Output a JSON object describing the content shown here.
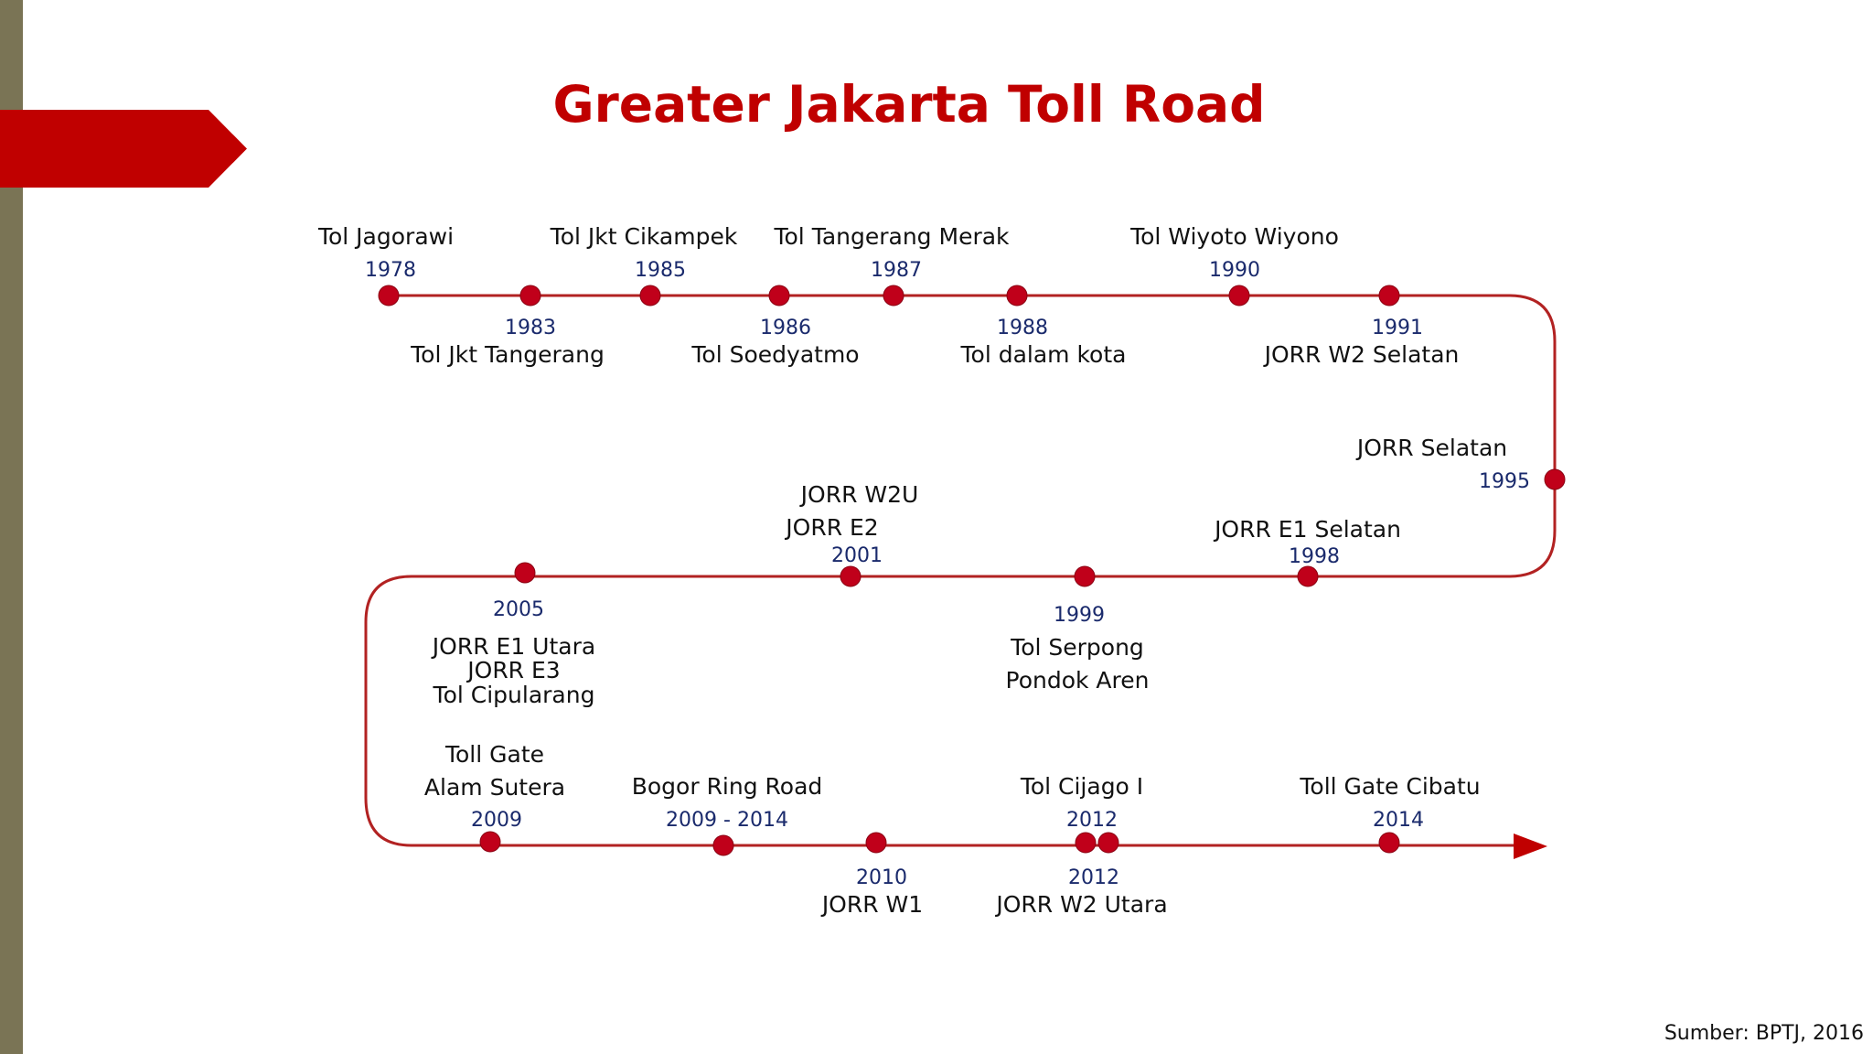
{
  "title": "Greater Jakarta Toll Road",
  "source": "Sumber: BPTJ, 2016",
  "colors": {
    "accent": "#c00000",
    "line": "#b22222",
    "dot": "#c0001a",
    "year_text": "#1a2a6c",
    "left_bar": "#7a7455"
  },
  "milestones": [
    {
      "year": "1978",
      "label": "Tol Jagorawi"
    },
    {
      "year": "1983",
      "label": "Tol Jkt Tangerang"
    },
    {
      "year": "1985",
      "label": "Tol Jkt Cikampek"
    },
    {
      "year": "1986",
      "label": "Tol Soedyatmo"
    },
    {
      "year": "1987",
      "label": "Tol Tangerang Merak"
    },
    {
      "year": "1988",
      "label": "Tol dalam kota"
    },
    {
      "year": "1990",
      "label": "Tol Wiyoto Wiyono"
    },
    {
      "year": "1991",
      "label": "JORR W2 Selatan"
    },
    {
      "year": "1995",
      "label": "JORR Selatan"
    },
    {
      "year": "1998",
      "label": "JORR E1 Selatan"
    },
    {
      "year": "1999",
      "label_lines": [
        "Tol Serpong",
        "Pondok Aren"
      ]
    },
    {
      "year": "2001",
      "label_lines": [
        "JORR W2U",
        "JORR E2"
      ]
    },
    {
      "year": "2005",
      "label_lines": [
        "JORR E1 Utara",
        "JORR E3",
        "Tol Cipularang"
      ]
    },
    {
      "year": "2009",
      "label_lines": [
        "Toll Gate",
        "Alam Sutera"
      ]
    },
    {
      "year": "2009 - 2014",
      "label": "Bogor Ring Road"
    },
    {
      "year": "2010",
      "label": "JORR W1"
    },
    {
      "year": "2012",
      "label": "Tol Cijago I"
    },
    {
      "year": "2012",
      "label": "JORR W2 Utara"
    },
    {
      "year": "2014",
      "label": "Toll Gate Cibatu"
    }
  ]
}
